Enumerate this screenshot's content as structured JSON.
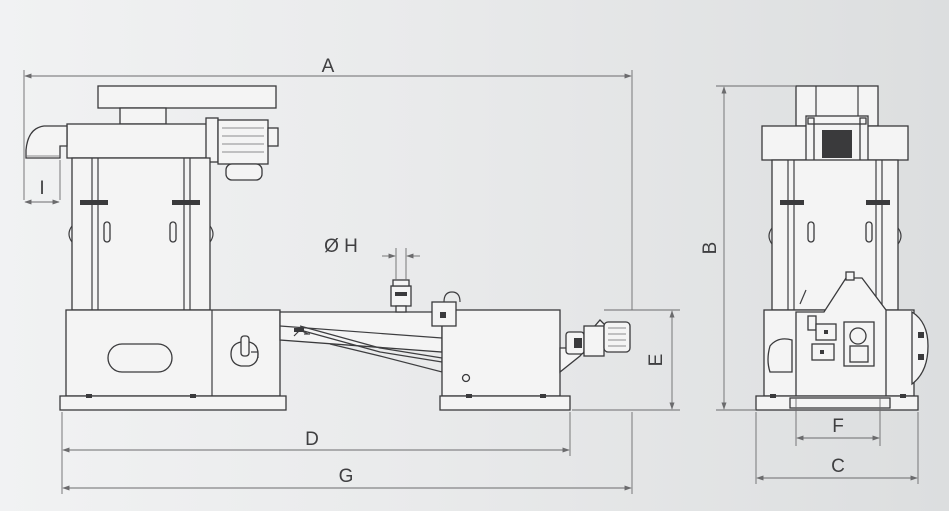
{
  "dimension_labels": {
    "A": "A",
    "B": "B",
    "C": "C",
    "D": "D",
    "E": "E",
    "F": "F",
    "G": "G",
    "H": "Ø H",
    "I": "I"
  }
}
